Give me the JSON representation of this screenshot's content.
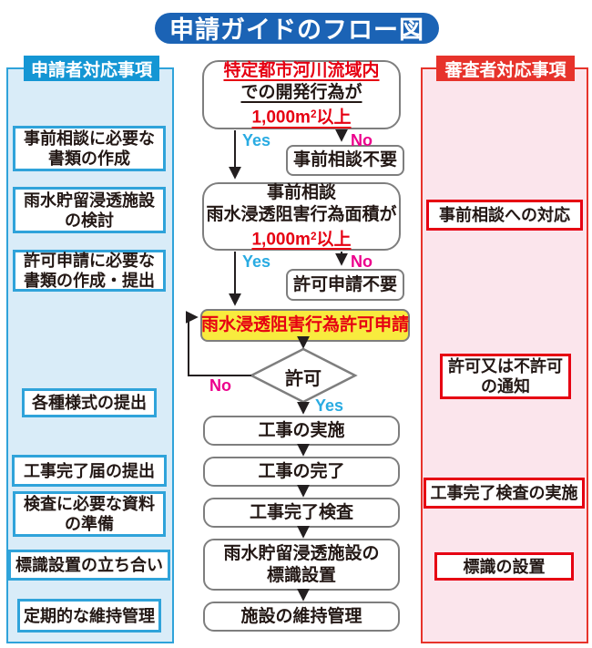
{
  "title": "申請ガイドのフロー図",
  "yes_label": "Yes",
  "no_label": "No",
  "colors": {
    "title_banner_blue": "#1B63B5",
    "applicant_header_blue": "#1496D4",
    "applicant_panel_bg": "#D9ECF8",
    "applicant_border_blue": "#2FA3DA",
    "reviewer_header_red": "#E7332B",
    "reviewer_panel_bg": "#FBE5EC",
    "reviewer_border_red": "#E60012",
    "highlight_yellow": "#F8EB3E",
    "accent_red_text": "#E60012",
    "yes_color": "#29ABE2",
    "no_color": "#EC008C",
    "flow_border_gray": "#7E7E7E"
  },
  "left_panel": {
    "header": "申請者対応事項",
    "items": [
      {
        "label": "事前相談に必要な\n書類の作成"
      },
      {
        "label": "雨水貯留浸透施設\nの検討"
      },
      {
        "label": "許可申請に必要な\n書類の作成・提出"
      },
      {
        "label": "各種様式の提出"
      },
      {
        "label": "工事完了届の提出"
      },
      {
        "label": "検査に必要な資料\nの準備"
      },
      {
        "label": "標識設置の立ち合い"
      },
      {
        "label": "定期的な維持管理"
      }
    ]
  },
  "right_panel": {
    "header": "審査者対応事項",
    "items": [
      {
        "label": "事前相談への対応"
      },
      {
        "label": "許可又は不許可\nの通知"
      },
      {
        "label": "工事完了検査の実施"
      },
      {
        "label": "標識の設置"
      }
    ]
  },
  "flow": {
    "decision1": {
      "line1": "特定都市河川流域内",
      "line2": "での開発行為が",
      "area_prefix": "1,000m",
      "area_sup": "2",
      "area_suffix": "以上"
    },
    "no1_box": "事前相談不要",
    "decision2": {
      "line1": "事前相談",
      "line2": "雨水浸透阻害行為面積が",
      "area_prefix": "1,000m",
      "area_sup": "2",
      "area_suffix": "以上"
    },
    "no2_box": "許可申請不要",
    "application_box": "雨水浸透阻害行為許可申請",
    "diamond": "許可",
    "steps": [
      "工事の実施",
      "工事の完了",
      "工事完了検査",
      "雨水貯留浸透施設の\n標識設置",
      "施設の維持管理"
    ]
  }
}
